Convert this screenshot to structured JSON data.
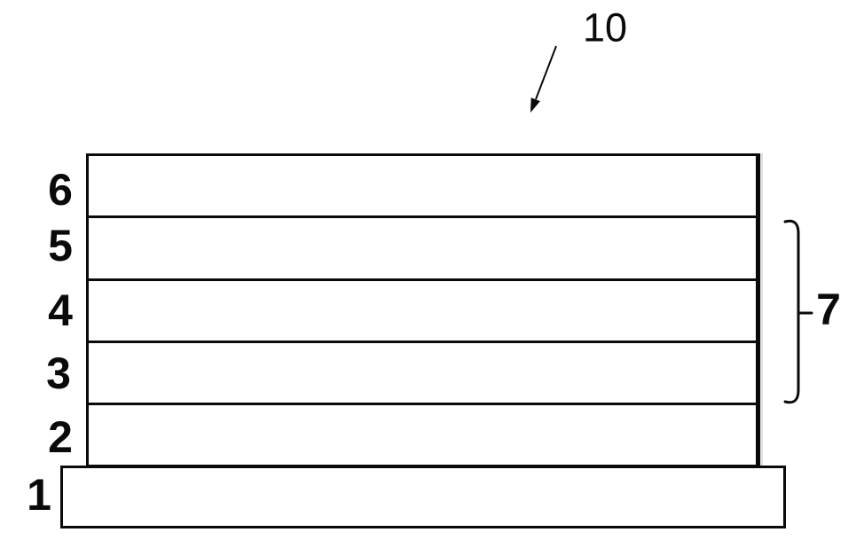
{
  "figure": {
    "overall_reference": {
      "label": "10"
    },
    "stack_layers": [
      {
        "label": "6"
      },
      {
        "label": "5"
      },
      {
        "label": "4"
      },
      {
        "label": "3"
      },
      {
        "label": "2"
      }
    ],
    "substrate": {
      "label": "1"
    },
    "brace_group": {
      "label": "7"
    },
    "colors": {
      "line": "#0a0a0a",
      "background": "#ffffff"
    }
  }
}
